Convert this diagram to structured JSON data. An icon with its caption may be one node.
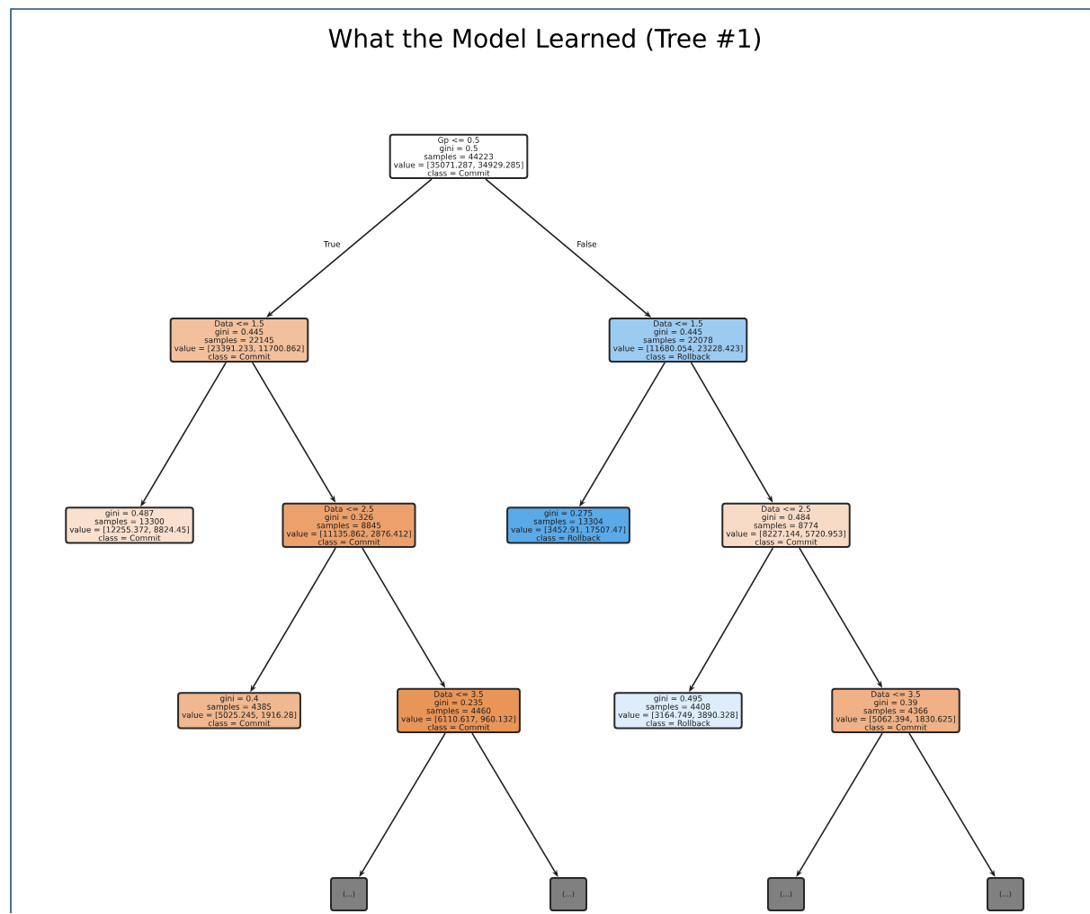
{
  "diagram": {
    "title": "What the Model Learned (Tree #1)",
    "nodes": [
      {
        "text": [
          "Gp <= 0.5",
          "gini = 0.5",
          "samples = 44223",
          "value = [35071.287, 34929.285]",
          "class = Commit"
        ]
      },
      {
        "text": [
          "Data <= 1.5",
          "gini = 0.445",
          "samples = 22145",
          "value = [23391.233, 11700.862]",
          "class = Commit"
        ]
      },
      {
        "text": [
          "Data <= 1.5",
          "gini = 0.445",
          "samples = 22078",
          "value = [11680.054, 23228.423]",
          "class = Rollback"
        ]
      },
      {
        "text": [
          "gini = 0.487",
          "samples = 13300",
          "value = [12255.372, 8824.45]",
          "class = Commit"
        ]
      },
      {
        "text": [
          "Data <= 2.5",
          "gini = 0.326",
          "samples = 8845",
          "value = [11135.862, 2876.412]",
          "class = Commit"
        ]
      },
      {
        "text": [
          "gini = 0.275",
          "samples = 13304",
          "value = [3452.91, 17507.47]",
          "class = Rollback"
        ]
      },
      {
        "text": [
          "Data <= 2.5",
          "gini = 0.484",
          "samples = 8774",
          "value = [8227.144, 5720.953]",
          "class = Commit"
        ]
      },
      {
        "text": [
          "gini = 0.4",
          "samples = 4385",
          "value = [5025.245, 1916.28]",
          "class = Commit"
        ]
      },
      {
        "text": [
          "Data <= 3.5",
          "gini = 0.235",
          "samples = 4460",
          "value = [6110.617, 960.132]",
          "class = Commit"
        ]
      },
      {
        "text": [
          "gini = 0.495",
          "samples = 4408",
          "value = [3164.749, 3890.328]",
          "class = Rollback"
        ]
      },
      {
        "text": [
          "Data <= 3.5",
          "gini = 0.39",
          "samples = 4366",
          "value = [5062.394, 1830.625]",
          "class = Commit"
        ]
      },
      {
        "text": [
          "(...)"
        ]
      },
      {
        "text": [
          "(...)"
        ]
      },
      {
        "text": [
          "(...)"
        ]
      },
      {
        "text": [
          "(...)"
        ]
      }
    ],
    "edges": [
      {
        "from": 0,
        "to": 1,
        "arrow": "to",
        "label": "True"
      },
      {
        "from": 0,
        "to": 2,
        "arrow": "to",
        "label": "False"
      },
      {
        "from": 1,
        "to": 3,
        "arrow": "to"
      },
      {
        "from": 1,
        "to": 4,
        "arrow": "to"
      },
      {
        "from": 2,
        "to": 5,
        "arrow": "to"
      },
      {
        "from": 2,
        "to": 6,
        "arrow": "to"
      },
      {
        "from": 4,
        "to": 7,
        "arrow": "to"
      },
      {
        "from": 4,
        "to": 8,
        "arrow": "to"
      },
      {
        "from": 6,
        "to": 9,
        "arrow": "to"
      },
      {
        "from": 6,
        "to": 10,
        "arrow": "to"
      },
      {
        "from": 8,
        "to": 11,
        "arrow": "to"
      },
      {
        "from": 8,
        "to": 12,
        "arrow": "to"
      },
      {
        "from": 10,
        "to": 13,
        "arrow": "to"
      },
      {
        "from": 10,
        "to": 14,
        "arrow": "to"
      }
    ]
  }
}
